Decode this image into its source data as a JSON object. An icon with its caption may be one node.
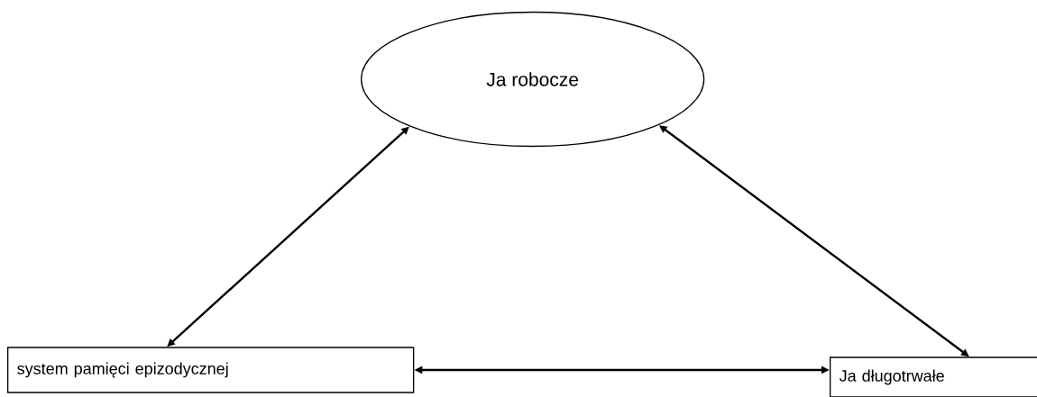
{
  "diagram": {
    "nodes": [
      {
        "text": [
          "Ja robocze"
        ]
      },
      {
        "text": [
          "system pamięci epizodycznej"
        ]
      },
      {
        "text": [
          "Ja długotrwałe"
        ]
      }
    ],
    "edges": [
      {
        "from": 1,
        "to": 0,
        "arrow": "both"
      },
      {
        "from": 2,
        "to": 0,
        "arrow": "both"
      },
      {
        "from": 1,
        "to": 2,
        "arrow": "both"
      }
    ]
  }
}
